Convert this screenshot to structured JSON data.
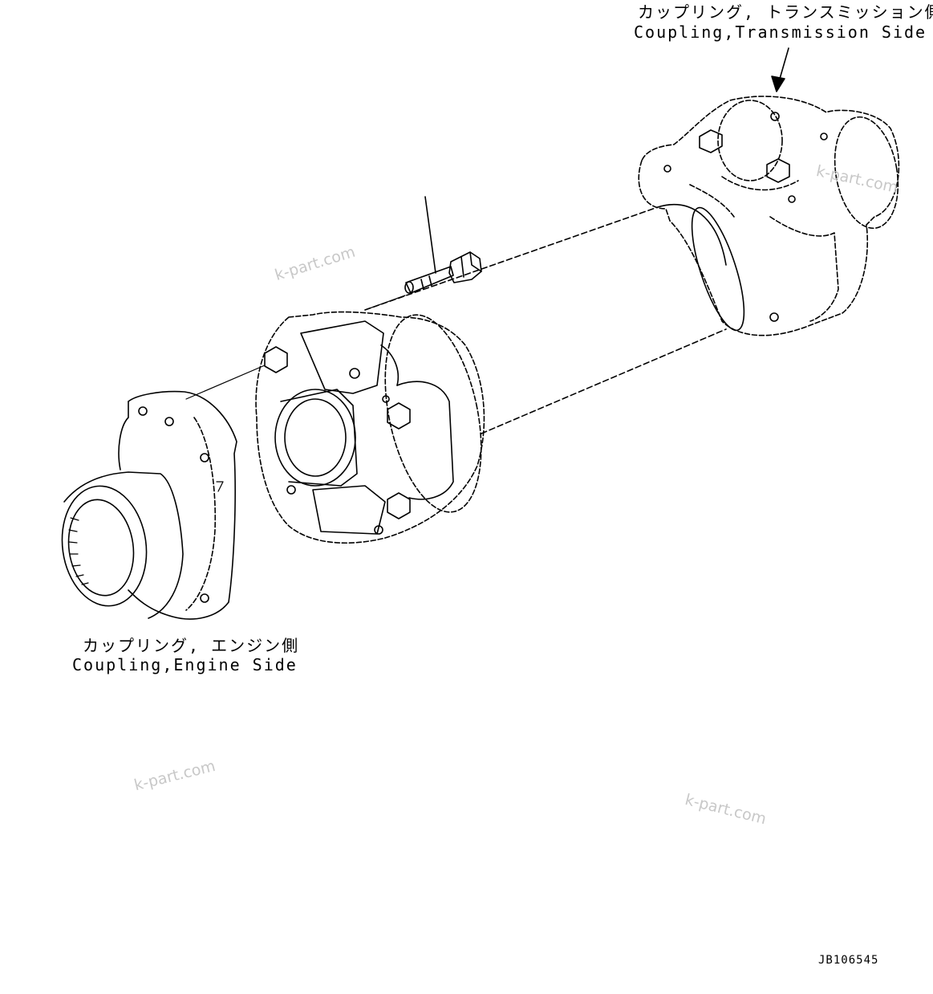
{
  "labels": {
    "transmission_jp": "カップリング, トランスミッション側",
    "transmission_en": "Coupling,Transmission Side",
    "engine_jp": "カップリング, エンジン側",
    "engine_en": "Coupling,Engine Side"
  },
  "watermarks": [
    "k-part.com",
    "k-part.com",
    "k-part.com",
    "k-part.com"
  ],
  "reference": "JB106545"
}
